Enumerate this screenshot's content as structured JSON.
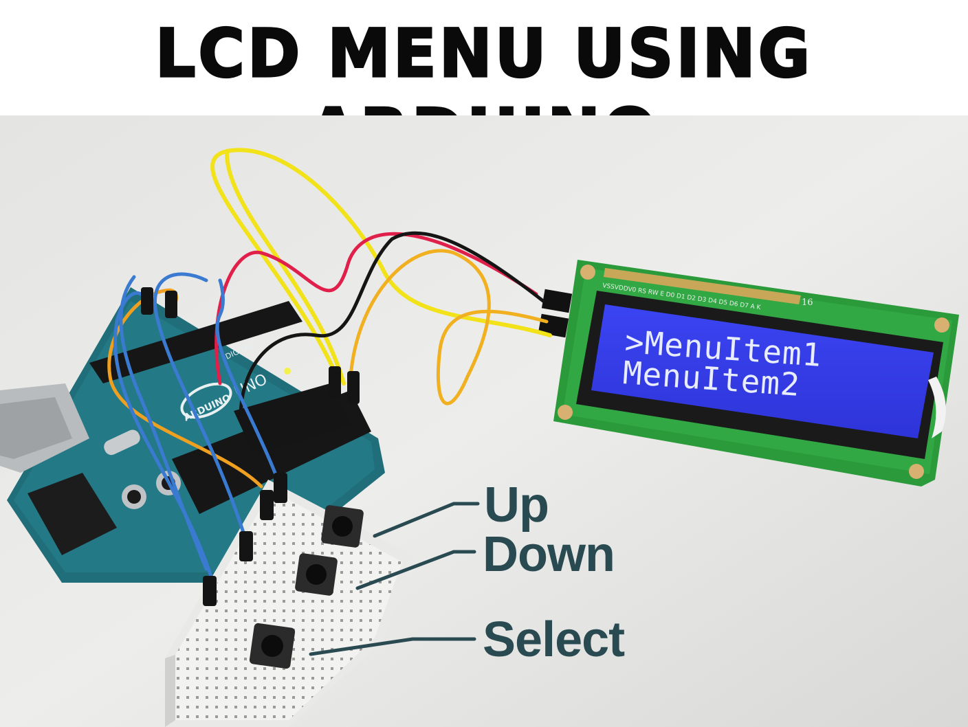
{
  "banner": {
    "title": "LCD MENU USING ARDUINO"
  },
  "lcd": {
    "line1": ">MenuItem1",
    "line2": " MenuItem2",
    "pin_labels": "VSSVDDV0 RS RW E  D0 D1 D2 D3 D4 D5 D6 D7 A  K",
    "pin_number": "16"
  },
  "arduino": {
    "model": "UNO",
    "brand": "ARDUINO",
    "header": "DIGITAL"
  },
  "callouts": {
    "up": "Up",
    "down": "Down",
    "select": "Select"
  },
  "colors": {
    "lcd_backlight": "#3a3ff0",
    "pcb_green": "#2a9a3a",
    "arduino_teal": "#1f6e7a",
    "wire_yellow": "#f2e21a",
    "wire_red": "#e0204a",
    "wire_orange": "#f0a020",
    "wire_blue": "#3a7ad0",
    "callout_text": "#2a4a52"
  }
}
